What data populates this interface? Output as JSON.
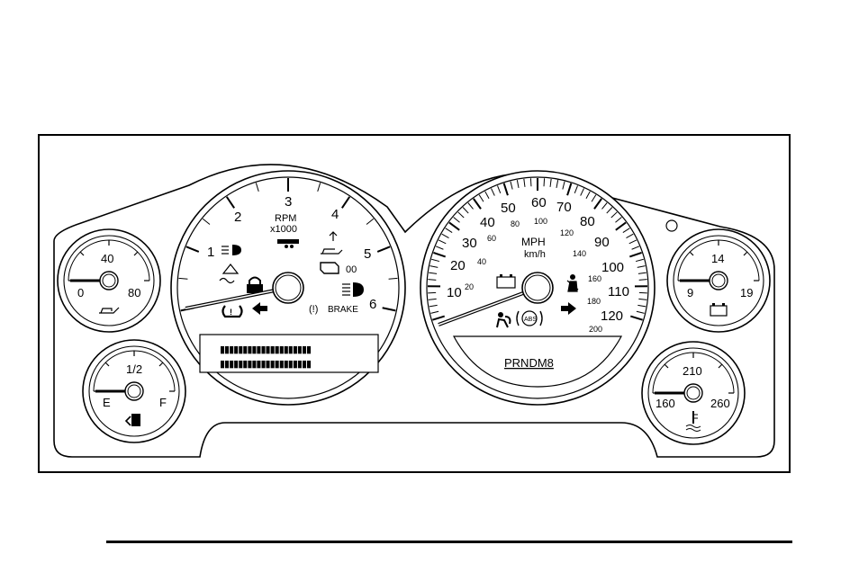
{
  "tachometer": {
    "numbers": [
      "1",
      "2",
      "3",
      "4",
      "5",
      "6"
    ],
    "label_rpm": "RPM",
    "label_mult": "x1000",
    "brake_label": "BRAKE",
    "brake_symbol": "(!)"
  },
  "speedometer": {
    "mph_numbers": [
      "10",
      "20",
      "30",
      "40",
      "50",
      "60",
      "70",
      "80",
      "90",
      "100",
      "110",
      "120"
    ],
    "kmh_numbers": [
      "20",
      "40",
      "60",
      "80",
      "100",
      "120",
      "140",
      "160",
      "180",
      "200"
    ],
    "label_mph": "MPH",
    "label_kmh": "km/h",
    "abs_label": "ABS",
    "prndl": "PRNDM8"
  },
  "oil_gauge": {
    "min": "0",
    "mid": "40",
    "max": "80"
  },
  "fuel_gauge": {
    "empty": "E",
    "mid": "1/2",
    "full": "F"
  },
  "volt_gauge": {
    "min": "9",
    "mid": "14",
    "max": "19"
  },
  "temp_gauge": {
    "min": "160",
    "mid": "210",
    "max": "260"
  },
  "odometer": {
    "line1": "▮▮▮▮▮▮▮▮▮▮▮▮▮▮▮▮▮▮▮▮",
    "line2": "▮▮▮▮▮▮▮▮▮▮▮▮▮▮▮▮▮▮▮▮"
  },
  "icons": [
    "fog-lamp-icon",
    "traction-control-icon",
    "security-lock-icon",
    "tire-pressure-icon",
    "left-turn-signal-icon",
    "trailer-icon",
    "oil-pressure-icon",
    "check-engine-icon",
    "glow-plug-icon",
    "high-beam-icon",
    "brake-warning-icon",
    "battery-icon",
    "seatbelt-icon",
    "airbag-icon",
    "abs-icon",
    "right-turn-signal-icon",
    "fuel-pump-icon",
    "coolant-temp-icon",
    "oil-can-icon"
  ]
}
